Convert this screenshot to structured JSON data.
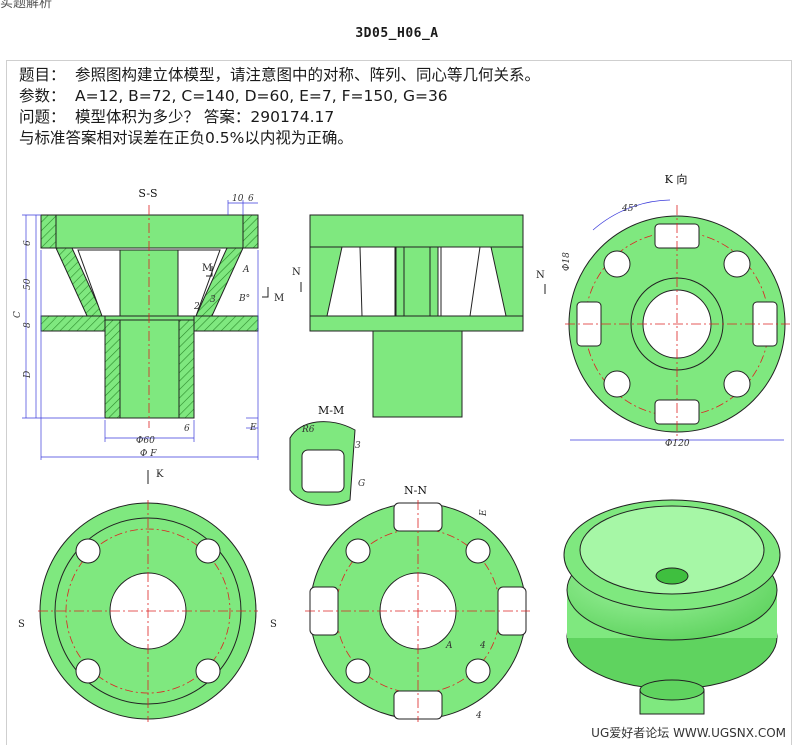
{
  "header": {
    "crumb": "实题解析",
    "title": "3D05_H06_A"
  },
  "problem": {
    "task_label": "题目：",
    "task_text": "参照图构建立体模型，请注意图中的对称、阵列、同心等几何关系。",
    "params_label": "参数：",
    "params_text": "A=12, B=72, C=140, D=60, E=7, F=150, G=36",
    "question_label": "问题：",
    "question_text": "模型体积为多少？  答案：290174.17",
    "note": "与标准答案相对误差在正负0.5%以内视为正确。"
  },
  "views": {
    "section_ss": "S-S",
    "view_k": "K 向",
    "section_mm": "M-M",
    "section_nn": "N-N",
    "arrow_k": "K",
    "arrow_m": "M",
    "arrow_n": "N",
    "arrow_s": "S"
  },
  "dims": {
    "d10": "10",
    "d6": "6",
    "d6b": "6",
    "d50": "50",
    "d8": "8",
    "dC": "C",
    "dD": "D",
    "dA": "A",
    "dB": "B°",
    "d2": "2",
    "d3": "3",
    "d60": "Φ60",
    "d6c": "6",
    "dE": "E",
    "dF": "Φ F",
    "d45": "45°",
    "d18": "Φ18",
    "d120": "Φ120",
    "d3b": "3",
    "dG": "G",
    "dR": "R6",
    "dEb": "E",
    "dA2": "A",
    "d4": "4",
    "d4b": "4"
  },
  "colors": {
    "part": "#7fe87f",
    "part_dark": "#3fbf3f",
    "hatch": "#2b8a2b",
    "center": "#d22",
    "dim": "#3a3adb"
  },
  "watermark": "UG爱好者论坛 WWW.UGSNX.COM"
}
